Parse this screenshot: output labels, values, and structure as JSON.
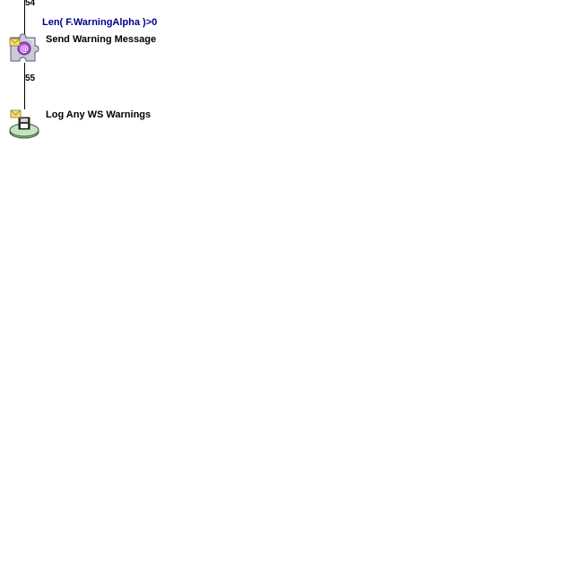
{
  "flow": {
    "steps": [
      {
        "number": "54",
        "condition": "Len( F.WarningAlpha )>0",
        "label": "Send Warning Message",
        "icon": "email-action-puzzle-icon"
      },
      {
        "number": "55",
        "label": "Log Any WS Warnings",
        "icon": "log-database-icon"
      }
    ]
  },
  "colors": {
    "condition": "#00008b",
    "text": "#000000",
    "connector": "#000000",
    "background": "#ffffff"
  }
}
